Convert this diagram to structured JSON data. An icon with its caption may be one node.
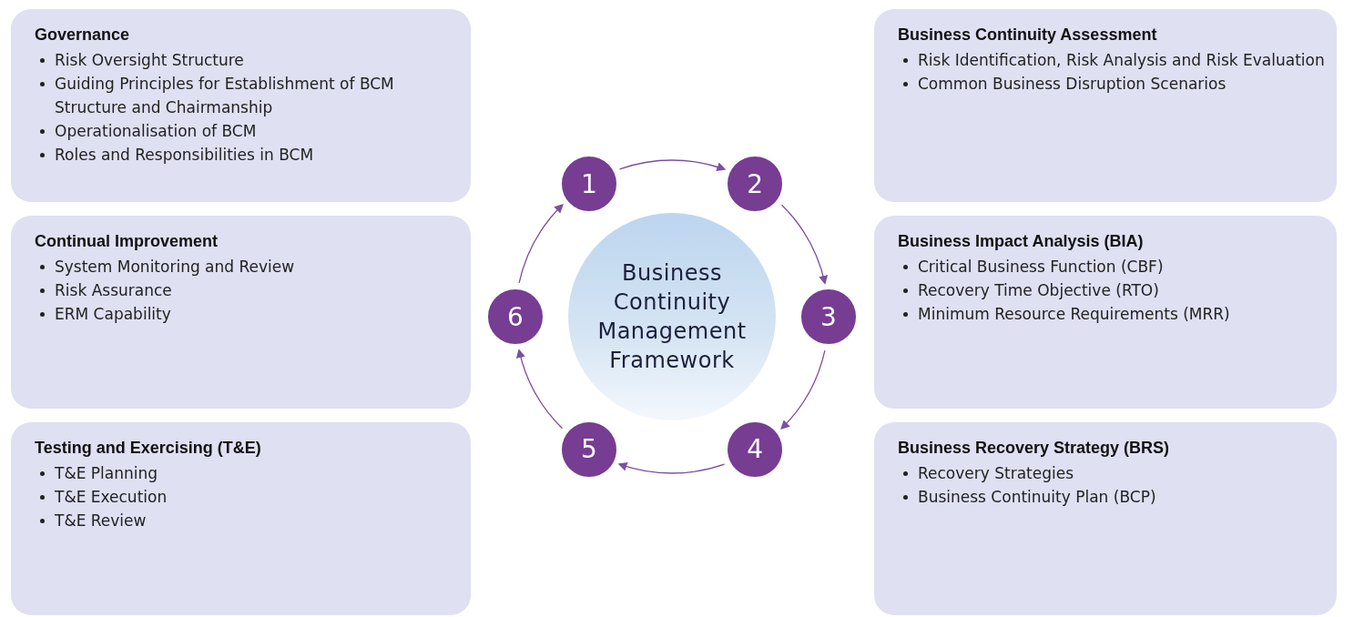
{
  "diagram": {
    "nodes": [
      {
        "text": [
          "Governance",
          "Risk Oversight Structure",
          "Guiding Principles for Establishment of BCM Structure and Chairmanship",
          "Operationalisation of BCM",
          "Roles and Responsibilities in BCM"
        ]
      },
      {
        "text": [
          "Business Continuity Assessment",
          "Risk Identification, Risk Analysis and Risk Evaluation",
          "Common Business Disruption Scenarios"
        ]
      },
      {
        "text": [
          "Continual Improvement",
          "System Monitoring and Review",
          "Risk Assurance",
          "ERM Capability"
        ]
      },
      {
        "text": [
          "Business Impact Analysis (BIA)",
          "Critical Business Function (CBF)",
          "Recovery Time Objective (RTO)",
          "Minimum Resource Requirements (MRR)"
        ]
      },
      {
        "text": [
          "Testing and Exercising (T&E)",
          "T&E Planning",
          "T&E Execution",
          "T&E Review"
        ]
      },
      {
        "text": [
          "Business Recovery Strategy (BRS)",
          "Recovery Strategies",
          "Business Continuity Plan (BCP)"
        ]
      },
      {
        "text": [
          "Business Continuity Management Framework"
        ]
      },
      {
        "text": [
          "1"
        ]
      },
      {
        "text": [
          "2"
        ]
      },
      {
        "text": [
          "3"
        ]
      },
      {
        "text": [
          "4"
        ]
      },
      {
        "text": [
          "5"
        ]
      },
      {
        "text": [
          "6"
        ]
      }
    ],
    "edges": [
      {
        "from": 7,
        "to": 8,
        "arrow": "to"
      },
      {
        "from": 8,
        "to": 9,
        "arrow": "to"
      },
      {
        "from": 9,
        "to": 10,
        "arrow": "to"
      },
      {
        "from": 10,
        "to": 11,
        "arrow": "to"
      },
      {
        "from": 11,
        "to": 12,
        "arrow": "to"
      },
      {
        "from": 12,
        "to": 7,
        "arrow": "to"
      }
    ]
  }
}
